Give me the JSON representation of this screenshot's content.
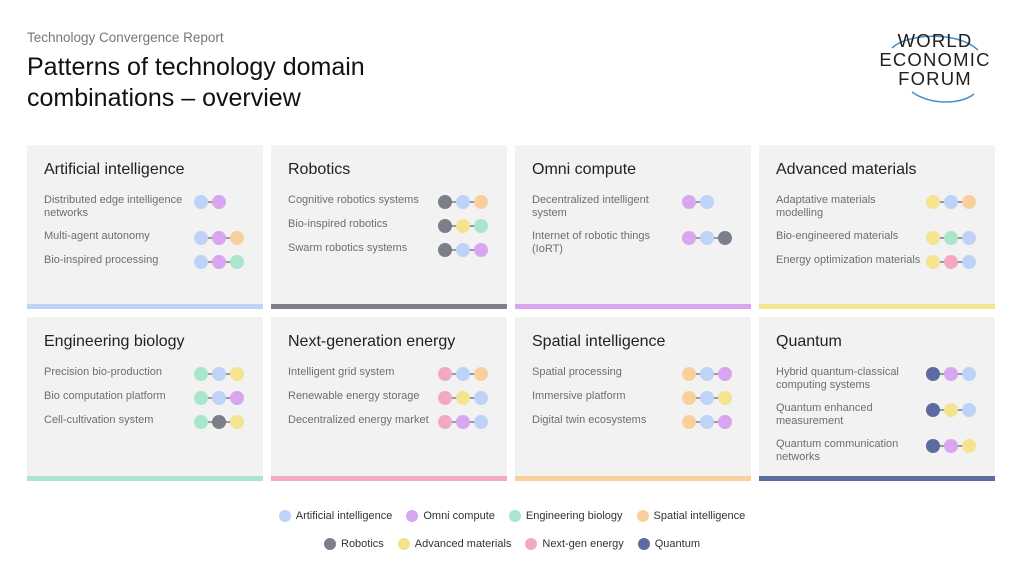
{
  "header": {
    "report_label": "Technology Convergence Report",
    "title": "Patterns of technology domain combinations – overview"
  },
  "logo": {
    "lines": [
      "WORLD",
      "ECONOMIC",
      "FORUM"
    ]
  },
  "colors": {
    "ai": "#bfd2f7",
    "robotics": "#7a7f89",
    "omni": "#d7a6ee",
    "materials": "#f4e38f",
    "biology": "#a9e6cc",
    "energy": "#f3a9c4",
    "spatial": "#f8d09e",
    "quantum": "#5c6ca1"
  },
  "cards": [
    {
      "title": "Artificial intelligence",
      "bar": "ai",
      "items": [
        {
          "label": "Distributed edge intelligence networks",
          "dots": [
            "ai",
            "omni"
          ]
        },
        {
          "label": "Multi-agent autonomy",
          "dots": [
            "ai",
            "omni",
            "spatial"
          ]
        },
        {
          "label": "Bio-inspired processing",
          "dots": [
            "ai",
            "omni",
            "biology"
          ]
        }
      ]
    },
    {
      "title": "Robotics",
      "bar": "robotics",
      "items": [
        {
          "label": "Cognitive robotics systems",
          "dots": [
            "robotics",
            "ai",
            "spatial"
          ]
        },
        {
          "label": "Bio-inspired robotics",
          "dots": [
            "robotics",
            "materials",
            "biology"
          ]
        },
        {
          "label": "Swarm robotics systems",
          "dots": [
            "robotics",
            "ai",
            "omni"
          ]
        }
      ]
    },
    {
      "title": "Omni compute",
      "bar": "omni",
      "items": [
        {
          "label": "Decentralized intelligent system",
          "dots": [
            "omni",
            "ai"
          ]
        },
        {
          "label": "Internet of robotic things (IoRT)",
          "dots": [
            "omni",
            "ai",
            "robotics"
          ]
        }
      ]
    },
    {
      "title": "Advanced materials",
      "bar": "materials",
      "items": [
        {
          "label": "Adaptative materials modelling",
          "dots": [
            "materials",
            "ai",
            "spatial"
          ]
        },
        {
          "label": "Bio-engineered materials",
          "dots": [
            "materials",
            "biology",
            "ai"
          ]
        },
        {
          "label": "Energy optimization materials",
          "dots": [
            "materials",
            "energy",
            "ai"
          ]
        }
      ]
    },
    {
      "title": "Engineering biology",
      "bar": "biology",
      "items": [
        {
          "label": "Precision bio-production",
          "dots": [
            "biology",
            "ai",
            "materials"
          ]
        },
        {
          "label": "Bio computation platform",
          "dots": [
            "biology",
            "ai",
            "omni"
          ]
        },
        {
          "label": "Cell-cultivation system",
          "dots": [
            "biology",
            "robotics",
            "materials"
          ]
        }
      ]
    },
    {
      "title": "Next-generation energy",
      "bar": "energy",
      "items": [
        {
          "label": "Intelligent grid system",
          "dots": [
            "energy",
            "ai",
            "spatial"
          ]
        },
        {
          "label": "Renewable energy storage",
          "dots": [
            "energy",
            "materials",
            "ai"
          ]
        },
        {
          "label": "Decentralized energy market",
          "dots": [
            "energy",
            "omni",
            "ai"
          ]
        }
      ]
    },
    {
      "title": "Spatial intelligence",
      "bar": "spatial",
      "items": [
        {
          "label": "Spatial processing",
          "dots": [
            "spatial",
            "ai",
            "omni"
          ]
        },
        {
          "label": "Immersive platform",
          "dots": [
            "spatial",
            "ai",
            "materials"
          ]
        },
        {
          "label": "Digital twin ecosystems",
          "dots": [
            "spatial",
            "ai",
            "omni"
          ]
        }
      ]
    },
    {
      "title": "Quantum",
      "bar": "quantum",
      "items": [
        {
          "label": "Hybrid quantum-classical computing systems",
          "dots": [
            "quantum",
            "omni",
            "ai"
          ]
        },
        {
          "label": "Quantum enhanced measurement",
          "dots": [
            "quantum",
            "materials",
            "ai"
          ]
        },
        {
          "label": "Quantum communication networks",
          "dots": [
            "quantum",
            "omni",
            "materials"
          ]
        }
      ]
    }
  ],
  "legend": [
    [
      {
        "label": "Artificial intelligence",
        "key": "ai"
      },
      {
        "label": "Omni compute",
        "key": "omni"
      },
      {
        "label": "Engineering biology",
        "key": "biology"
      },
      {
        "label": "Spatial intelligence",
        "key": "spatial"
      }
    ],
    [
      {
        "label": "Robotics",
        "key": "robotics"
      },
      {
        "label": "Advanced materials",
        "key": "materials"
      },
      {
        "label": "Next-gen energy",
        "key": "energy"
      },
      {
        "label": "Quantum",
        "key": "quantum"
      }
    ]
  ]
}
